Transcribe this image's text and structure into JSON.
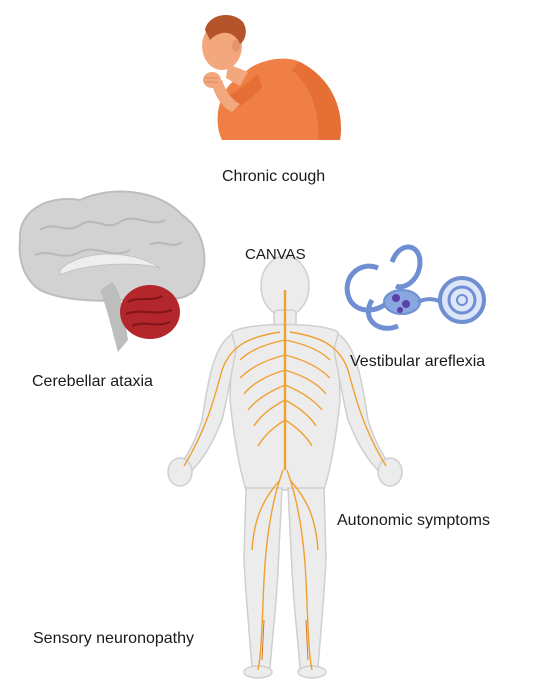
{
  "labels": {
    "chronic_cough": "Chronic cough",
    "canvas": "CANVAS",
    "vestibular_areflexia": "Vestibular areflexia",
    "cerebellar_ataxia": "Cerebellar ataxia",
    "autonomic_symptoms": "Autonomic symptoms",
    "sensory_neuronopathy": "Sensory neuronopathy"
  },
  "icons": {
    "person": "coughing-person-icon",
    "brain": "brain-cerebellum-icon",
    "ear": "inner-ear-icon",
    "body": "nervous-system-body-icon"
  },
  "colors": {
    "skin": "#f2a77d",
    "shirt": "#f07f45",
    "brain": "#d2d2d2",
    "cerebellum": "#b3262c",
    "ear": "#6f8fd2",
    "nerve": "#f0a030",
    "body": "#ececec"
  }
}
